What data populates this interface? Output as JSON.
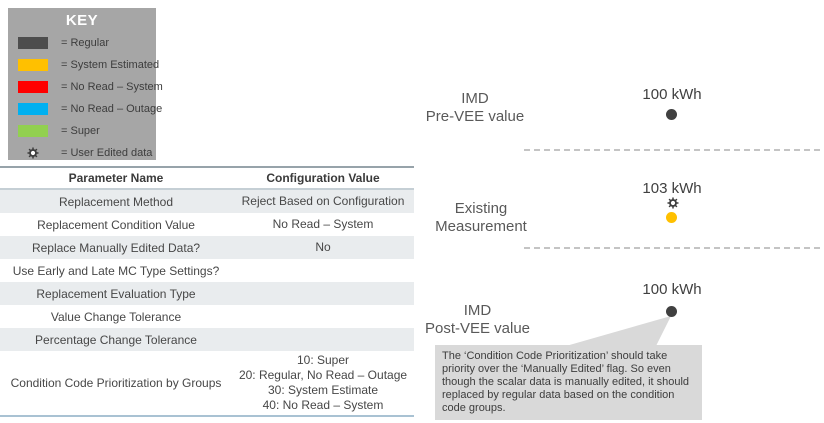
{
  "key": {
    "title": "KEY",
    "items": [
      {
        "label": "= Regular",
        "color": "#4d4d4d"
      },
      {
        "label": "= System Estimated",
        "color": "#ffc000"
      },
      {
        "label": "= No Read – System",
        "color": "#ff0000"
      },
      {
        "label": "= No Read – Outage",
        "color": "#00b0f0"
      },
      {
        "label": "= Super",
        "color": "#92d050"
      },
      {
        "label": "= User Edited data",
        "icon": "gear-icon"
      }
    ]
  },
  "table": {
    "headers": [
      "Parameter Name",
      "Configuration Value"
    ],
    "rows": [
      {
        "name": "Replacement Method",
        "value": "Reject Based on Configuration"
      },
      {
        "name": "Replacement Condition Value",
        "value": "No Read – System"
      },
      {
        "name": "Replace Manually Edited Data?",
        "value": "No"
      },
      {
        "name": "Use Early and Late MC Type Settings?",
        "value": ""
      },
      {
        "name": "Replacement Evaluation Type",
        "value": ""
      },
      {
        "name": "Value Change Tolerance",
        "value": ""
      },
      {
        "name": "Percentage Change Tolerance",
        "value": ""
      },
      {
        "name": "Condition Code Prioritization by Groups",
        "value": "10: Super\n20: Regular, No Read – Outage\n30: System Estimate\n40: No Read – System"
      }
    ]
  },
  "diagram": {
    "sections": [
      {
        "label": "IMD\nPre-VEE value",
        "value": "100 kWh",
        "dot_color": "#404040",
        "user_edited": false
      },
      {
        "label": "Existing\nMeasurement",
        "value": "103 kWh",
        "dot_color": "#ffc000",
        "user_edited": true
      },
      {
        "label": "IMD\nPost-VEE value",
        "value": "100 kWh",
        "dot_color": "#404040",
        "user_edited": false
      }
    ],
    "callout": "The ‘Condition Code Prioritization’ should take priority over the ‘Manually Edited’ flag.  So even though the scalar data is manually edited, it should replaced by regular data based on the condition code groups."
  },
  "colors": {
    "key_background": "#a6a6a6",
    "callout_background": "#d9d9d9",
    "band_row": "#e9ecee",
    "dashed_line": "#c4c4c4",
    "label_gray": "#595959"
  }
}
